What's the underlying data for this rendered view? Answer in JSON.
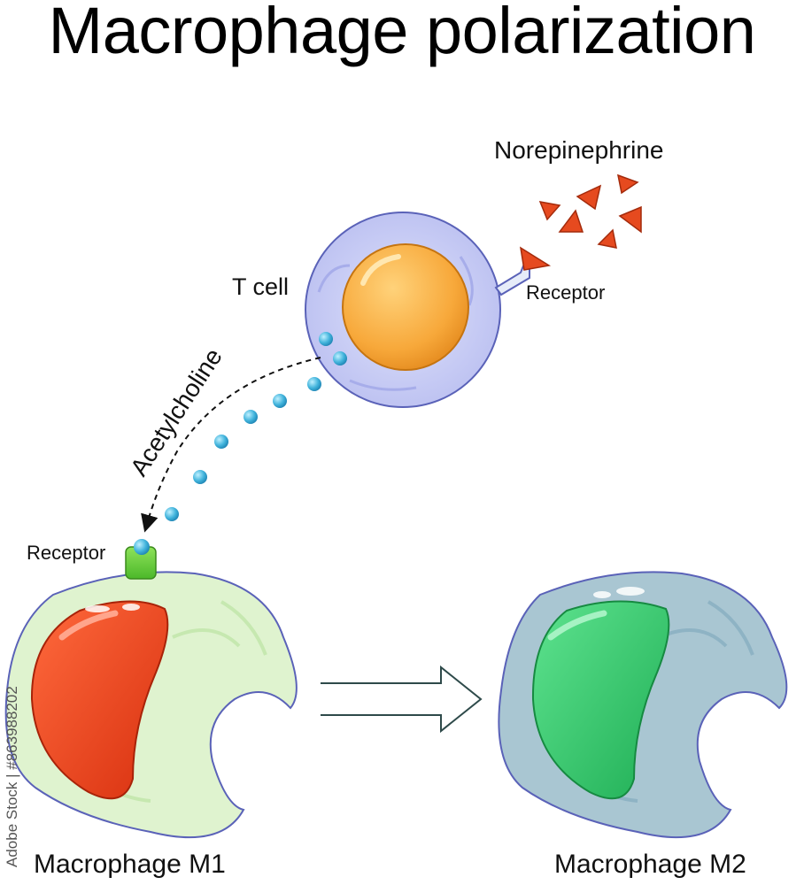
{
  "title": "Macrophage polarization",
  "labels": {
    "norepinephrine": "Norepinephrine",
    "t_cell": "T cell",
    "receptor_t": "Receptor",
    "acetylcholine": "Acetylcholine",
    "receptor_m1": "Receptor",
    "macrophage_m1": "Macrophage M1",
    "macrophage_m2": "Macrophage M2"
  },
  "watermark": "Adobe Stock | #863988202",
  "colors": {
    "t_cell_body": "#c9cdf3",
    "t_cell_nucleus": "#f7a83a",
    "m1_body": "#dff3cf",
    "m1_nucleus": "#e8421e",
    "m2_body": "#a9c6d2",
    "m2_nucleus": "#31c86b",
    "acetylcholine_dot": "#42b4dc",
    "norepinephrine": "#e64a1f",
    "receptor_m1": "#67cf3c"
  }
}
